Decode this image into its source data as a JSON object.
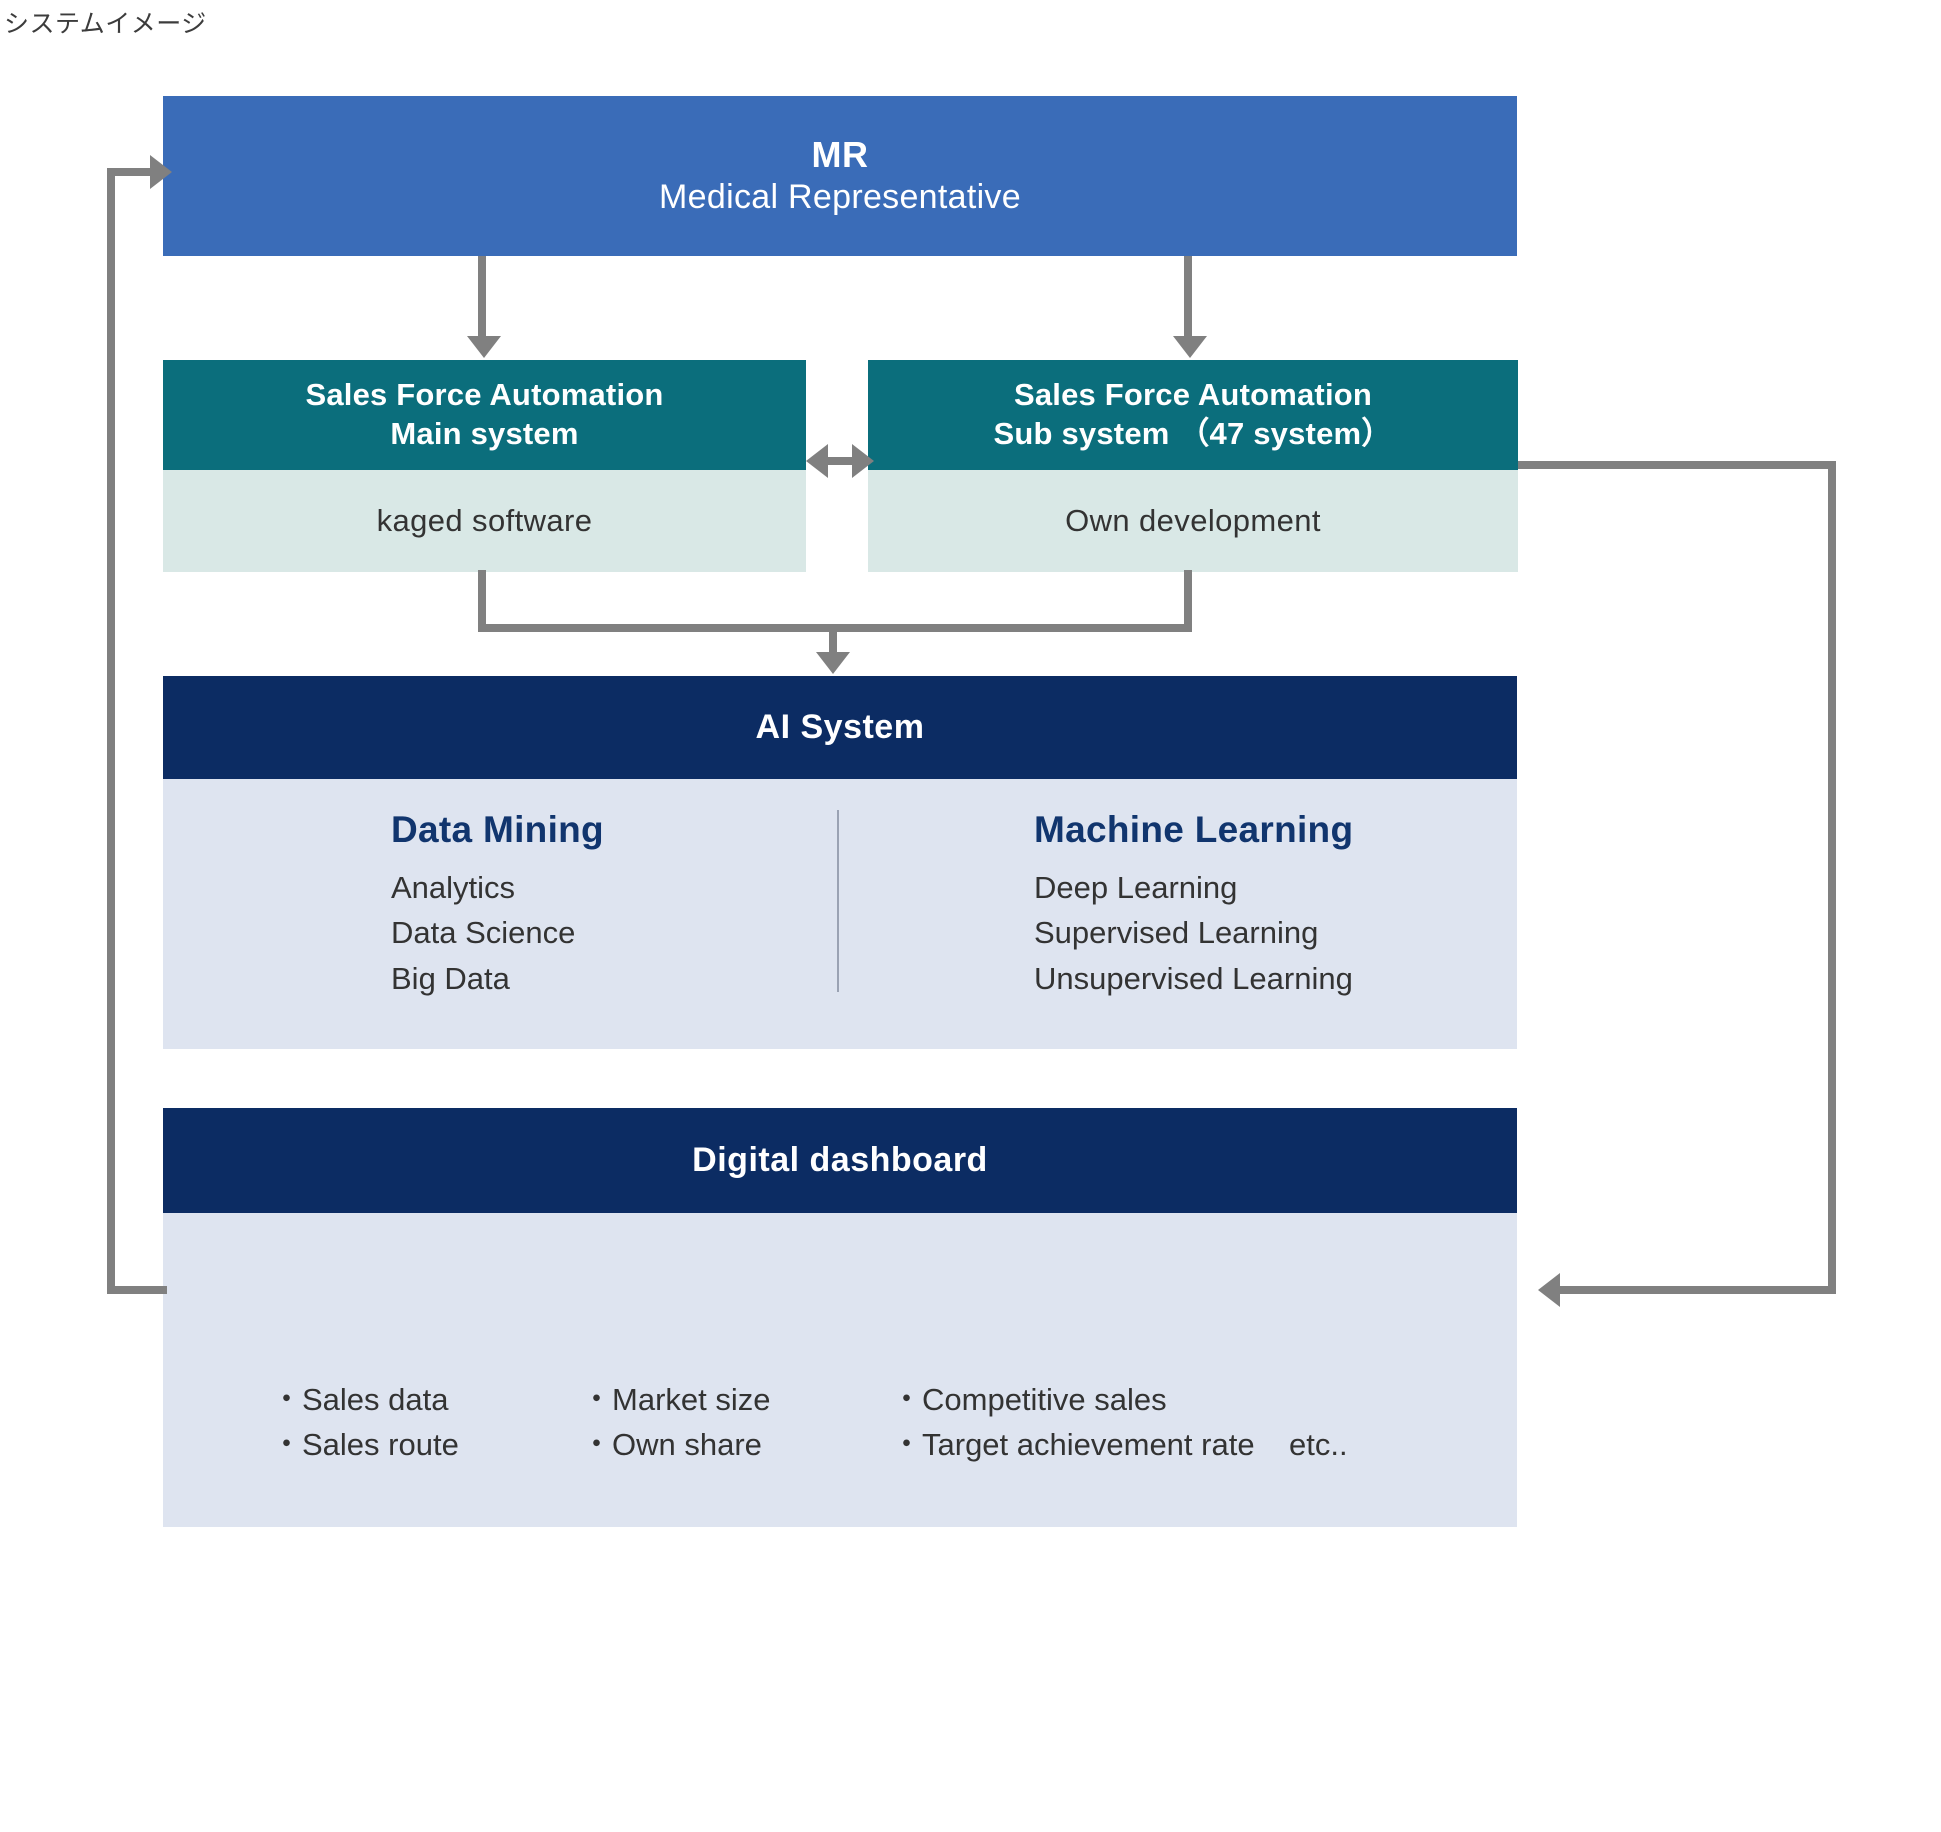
{
  "caption": "システムイメージ",
  "colors": {
    "mr_blue": "#3a6cb8",
    "sfa_teal": "#0b6e7c",
    "sfa_body_mint": "#d9e8e6",
    "panel_navy": "#0c2c63",
    "panel_body_lavender": "#dee4f0",
    "connector_gray": "#808080",
    "heading_blue": "#11356e",
    "text_dark": "#333333"
  },
  "mr": {
    "title": "MR",
    "subtitle": "Medical Representative"
  },
  "sfa": [
    {
      "title_line1": "Sales Force Automation",
      "title_line2": "Main system",
      "body": "kaged software"
    },
    {
      "title_line1": "Sales Force Automation",
      "title_line2": "Sub system （47 system）",
      "body": "Own development"
    }
  ],
  "ai_system": {
    "title": "AI System",
    "columns": [
      {
        "heading": "Data Mining",
        "items": [
          "Analytics",
          "Data Science",
          "Big Data"
        ]
      },
      {
        "heading": "Machine Learning",
        "items": [
          "Deep Learning",
          "Supervised Learning",
          "Unsupervised Learning"
        ]
      }
    ]
  },
  "dashboard": {
    "title": "Digital dashboard",
    "columns": [
      [
        "・Sales data",
        "・Sales route"
      ],
      [
        "・Market size",
        "・Own share"
      ],
      [
        "・Competitive sales",
        "・Target achievement rate    etc.."
      ]
    ]
  }
}
